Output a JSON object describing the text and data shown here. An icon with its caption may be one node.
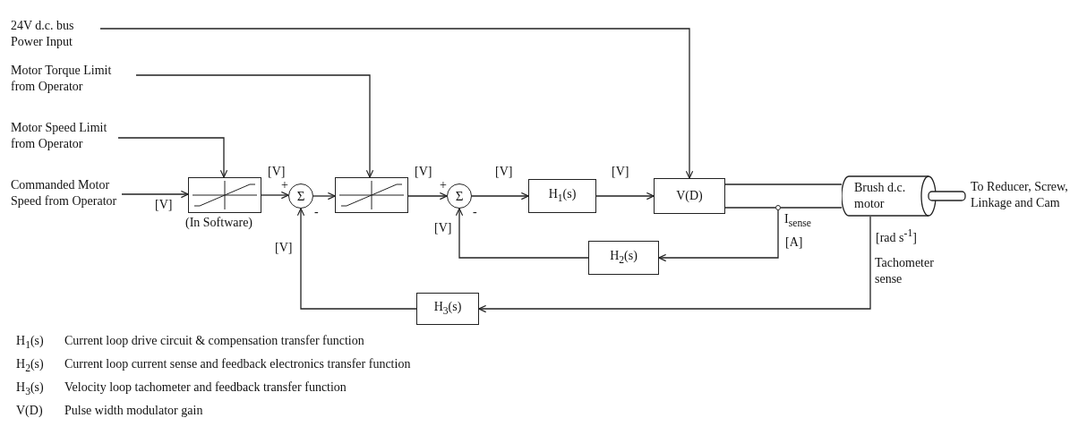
{
  "diagram": {
    "nodes": [
      {
        "text": [
          "24V d.c. bus Power Input"
        ]
      },
      {
        "text": [
          "Motor Torque Limit from Operator"
        ]
      },
      {
        "text": [
          "Motor Speed Limit from Operator"
        ]
      },
      {
        "text": [
          "Commanded Motor Speed from Operator"
        ]
      },
      {
        "text": [],
        "shape": "box",
        "beside": [
          "(In Software)"
        ]
      },
      {
        "text": [
          "Σ"
        ],
        "beside": [
          "+",
          "-"
        ]
      },
      {
        "text": [],
        "shape": "box"
      },
      {
        "text": [
          "Σ"
        ],
        "beside": [
          "+",
          "-"
        ]
      },
      {
        "text": [
          "H$_{1}$(s)"
        ]
      },
      {
        "text": [
          "V(D)"
        ]
      },
      {
        "text": [],
        "shape": "circle",
        "beside": [
          "I$_{sense}$"
        ]
      },
      {
        "text": [
          "Brush d.c. motor"
        ]
      },
      {
        "text": [
          "H$_{2}$(s)"
        ]
      },
      {
        "text": [
          "H$_{3}$(s)"
        ]
      }
    ],
    "edges": [
      {
        "from": 0,
        "to": 9,
        "arrow": "to"
      },
      {
        "from": 1,
        "to": 6,
        "arrow": "to"
      },
      {
        "from": 2,
        "to": 4,
        "arrow": "to"
      },
      {
        "from": 3,
        "to": 4,
        "arrow": "to",
        "label": "[V]"
      },
      {
        "from": 4,
        "to": 5,
        "arrow": "to",
        "label": "[V]"
      },
      {
        "from": 5,
        "to": 6,
        "arrow": "to"
      },
      {
        "from": 6,
        "to": 7,
        "arrow": "to",
        "label": "[V]"
      },
      {
        "from": 7,
        "to": 8,
        "arrow": "to",
        "label": "[V]"
      },
      {
        "from": 8,
        "to": 9,
        "arrow": "to",
        "label": "[V]"
      },
      {
        "from": 9,
        "to": 11,
        "arrow": "none"
      },
      {
        "from": 9,
        "to": 10,
        "arrow": "none"
      },
      {
        "from": 10,
        "to": 11,
        "arrow": "none"
      },
      {
        "from": 10,
        "to": 12,
        "arrow": "to",
        "label": "[A]"
      },
      {
        "from": 12,
        "to": 7,
        "arrow": "to",
        "label": "[V]"
      },
      {
        "from": 11,
        "to": 13,
        "arrow": "to",
        "label": "[rad s$^{-1}$]"
      },
      {
        "from": 13,
        "to": 5,
        "arrow": "to",
        "label": "[V]"
      }
    ],
    "labels": [
      "To Reducer, Screw, Linkage and Cam",
      "Tachometer sense",
      "H$_{1}$(s)",
      "Current loop drive circuit & compensation transfer function",
      "H$_{2}$(s)",
      "Current loop current sense and feedback electronics transfer function",
      "H$_{3}$(s)",
      "Velocity loop tachometer and feedback transfer function",
      "V(D)",
      "Pulse width modulator gain"
    ]
  }
}
